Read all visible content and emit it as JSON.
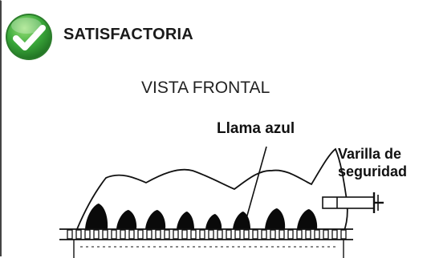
{
  "status": {
    "icon": "check-circle-icon",
    "label": "SATISFACTORIA",
    "color": "#3aa83a"
  },
  "diagram": {
    "view_title": "VISTA FRONTAL",
    "flame_label": "Llama azul",
    "rod_label_line1": "Varilla de",
    "rod_label_line2": "seguridad"
  }
}
